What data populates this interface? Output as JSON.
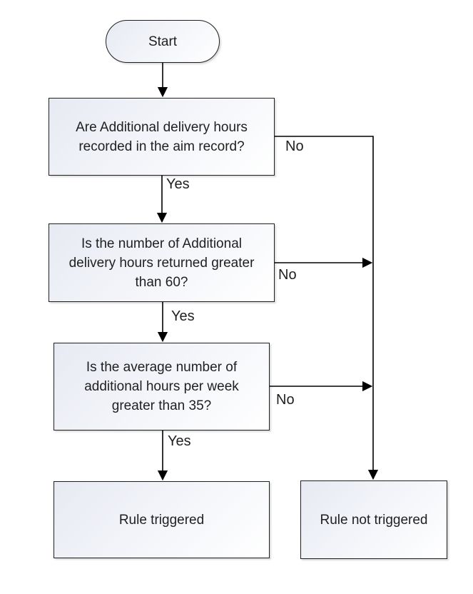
{
  "diagram": {
    "type": "flowchart",
    "nodes": {
      "start": {
        "shape": "terminator",
        "label": "Start"
      },
      "q1": {
        "shape": "process",
        "lines": [
          "Are Additional delivery hours",
          "recorded in the aim record?"
        ]
      },
      "q2": {
        "shape": "process",
        "lines": [
          "Is the number of Additional",
          "delivery hours returned greater",
          "than 60?"
        ]
      },
      "q3": {
        "shape": "process",
        "lines": [
          "Is the average number of",
          "additional hours per week",
          "greater than 35?"
        ]
      },
      "rule_triggered": {
        "shape": "process",
        "label": "Rule triggered"
      },
      "rule_not_triggered": {
        "shape": "process",
        "label": "Rule not triggered"
      }
    },
    "edges": [
      {
        "from": "start",
        "to": "q1",
        "label": ""
      },
      {
        "from": "q1",
        "to": "q2",
        "label": "Yes"
      },
      {
        "from": "q1",
        "to": "rule_not_triggered",
        "label": "No"
      },
      {
        "from": "q2",
        "to": "q3",
        "label": "Yes"
      },
      {
        "from": "q2",
        "to": "rule_not_triggered",
        "label": "No"
      },
      {
        "from": "q3",
        "to": "rule_triggered",
        "label": "Yes"
      },
      {
        "from": "q3",
        "to": "rule_not_triggered",
        "label": "No"
      }
    ],
    "edge_labels": {
      "yes1": "Yes",
      "yes2": "Yes",
      "yes3": "Yes",
      "no1": "No",
      "no2": "No",
      "no3": "No"
    },
    "colors": {
      "background": "#ffffff",
      "node_fill_start": "#e7eaf2",
      "node_fill_end": "#ffffff",
      "node_border": "#1f1f1f",
      "connector": "#000000",
      "text": "#1f1f1f"
    }
  }
}
